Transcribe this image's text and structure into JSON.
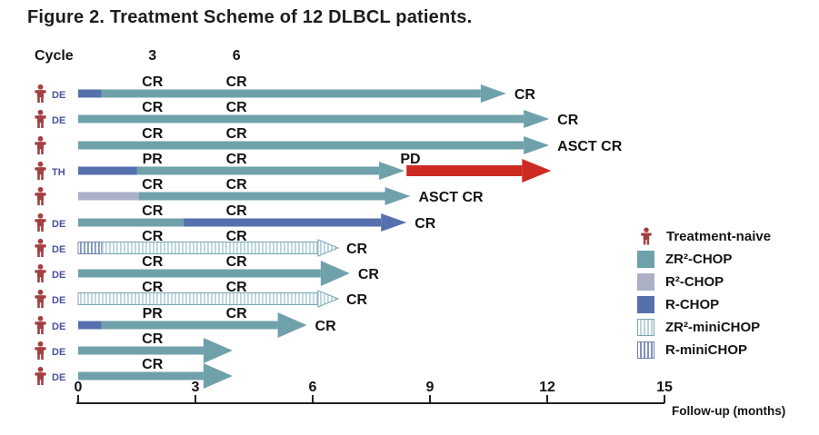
{
  "figure": {
    "title": "Figure 2. Treatment Scheme of 12 DLBCL patients."
  },
  "cycle_header": {
    "label": "Cycle",
    "ticks": [
      {
        "text": "3",
        "month": 1.9
      },
      {
        "text": "6",
        "month": 4.05
      }
    ]
  },
  "axis": {
    "label": "Follow-up (months)",
    "ticks": [
      "0",
      "3",
      "6",
      "9",
      "12",
      "15"
    ],
    "tick_months": [
      0,
      3,
      6,
      9,
      12,
      15
    ],
    "xlim": [
      0,
      15
    ]
  },
  "colors": {
    "teal": "#6fa1ab",
    "steel_blue": "#5570ad",
    "lavender": "#abb0c7",
    "red": "#cd2a24",
    "person": "#a24042",
    "patient_label": "#4a4f9d",
    "text": "#141414",
    "axis": "#222222"
  },
  "treatments": {
    "ZR2-CHOP": {
      "style": "solid",
      "color_key": "teal"
    },
    "R2-CHOP": {
      "style": "solid",
      "color_key": "lavender"
    },
    "R-CHOP": {
      "style": "solid",
      "color_key": "steel_blue"
    },
    "ZR2-miniCHOP": {
      "style": "striped-light"
    },
    "R-miniCHOP": {
      "style": "striped-dark"
    }
  },
  "chart_data": {
    "type": "swimmer",
    "x_unit": "months",
    "xlim": [
      0,
      15
    ],
    "patients": [
      {
        "label": "DE",
        "segments": [
          {
            "t": "R-CHOP",
            "from": 0,
            "to": 0.6
          },
          {
            "t": "ZR2-CHOP",
            "from": 0.6,
            "to": 10.95
          }
        ],
        "responses": [
          {
            "text": "CR",
            "month": 1.9
          },
          {
            "text": "CR",
            "month": 4.05
          }
        ],
        "end_label": "CR",
        "arrow": "medium"
      },
      {
        "label": "DE",
        "segments": [
          {
            "t": "ZR2-CHOP",
            "from": 0,
            "to": 12.05
          }
        ],
        "responses": [
          {
            "text": "CR",
            "month": 1.9
          },
          {
            "text": "CR",
            "month": 4.05
          }
        ],
        "end_label": "CR",
        "arrow": "medium"
      },
      {
        "label": "",
        "segments": [
          {
            "t": "ZR2-CHOP",
            "from": 0,
            "to": 12.05
          }
        ],
        "responses": [
          {
            "text": "CR",
            "month": 1.9
          },
          {
            "text": "CR",
            "month": 4.05
          }
        ],
        "end_label": "ASCT CR",
        "arrow": "medium"
      },
      {
        "label": "TH",
        "segments": [
          {
            "t": "R-CHOP",
            "from": 0,
            "to": 1.5
          },
          {
            "t": "ZR2-CHOP",
            "from": 1.5,
            "to": 8.35
          }
        ],
        "responses": [
          {
            "text": "PR",
            "month": 1.9
          },
          {
            "text": "CR",
            "month": 4.05
          },
          {
            "text": "PD",
            "month": 8.5
          }
        ],
        "end_label": "",
        "arrow": "medium",
        "progression": {
          "from": 8.4,
          "to": 12.1
        }
      },
      {
        "label": "",
        "segments": [
          {
            "t": "R2-CHOP",
            "from": 0,
            "to": 1.55
          },
          {
            "t": "ZR2-CHOP",
            "from": 1.55,
            "to": 8.5
          }
        ],
        "responses": [
          {
            "text": "CR",
            "month": 1.9
          },
          {
            "text": "CR",
            "month": 4.05
          }
        ],
        "end_label": "ASCT CR",
        "arrow": "medium"
      },
      {
        "label": "DE",
        "segments": [
          {
            "t": "ZR2-CHOP",
            "from": 0,
            "to": 2.7
          },
          {
            "t": "R-CHOP",
            "from": 2.7,
            "to": 8.4
          }
        ],
        "responses": [
          {
            "text": "CR",
            "month": 1.9
          },
          {
            "text": "CR",
            "month": 4.05
          }
        ],
        "end_label": "CR",
        "arrow": "medium"
      },
      {
        "label": "DE",
        "segments": [
          {
            "t": "R-miniCHOP",
            "from": 0,
            "to": 0.6
          },
          {
            "t": "ZR2-miniCHOP",
            "from": 0.6,
            "to": 6.65
          }
        ],
        "responses": [
          {
            "text": "CR",
            "month": 1.9
          },
          {
            "text": "CR",
            "month": 4.05
          }
        ],
        "end_label": "CR",
        "arrow": "striped"
      },
      {
        "label": "DE",
        "segments": [
          {
            "t": "ZR2-CHOP",
            "from": 0,
            "to": 6.95
          }
        ],
        "responses": [
          {
            "text": "CR",
            "month": 1.9
          },
          {
            "text": "CR",
            "month": 4.05
          }
        ],
        "end_label": "CR",
        "arrow": "large"
      },
      {
        "label": "DE",
        "segments": [
          {
            "t": "ZR2-miniCHOP",
            "from": 0,
            "to": 6.65
          }
        ],
        "responses": [
          {
            "text": "CR",
            "month": 1.9
          },
          {
            "text": "CR",
            "month": 4.05
          }
        ],
        "end_label": "CR",
        "arrow": "striped"
      },
      {
        "label": "DE",
        "segments": [
          {
            "t": "R-CHOP",
            "from": 0,
            "to": 0.6
          },
          {
            "t": "ZR2-CHOP",
            "from": 0.6,
            "to": 5.85
          }
        ],
        "responses": [
          {
            "text": "PR",
            "month": 1.9
          },
          {
            "text": "CR",
            "month": 4.05
          }
        ],
        "end_label": "CR",
        "arrow": "large"
      },
      {
        "label": "DE",
        "segments": [
          {
            "t": "ZR2-CHOP",
            "from": 0,
            "to": 3.95
          }
        ],
        "responses": [
          {
            "text": "CR",
            "month": 1.9
          }
        ],
        "end_label": "",
        "arrow": "large"
      },
      {
        "label": "DE",
        "segments": [
          {
            "t": "ZR2-CHOP",
            "from": 0,
            "to": 3.95
          }
        ],
        "responses": [
          {
            "text": "CR",
            "month": 1.9
          }
        ],
        "end_label": "",
        "arrow": "large"
      }
    ]
  },
  "legend": {
    "items": [
      {
        "swatch": "person",
        "label": "Treatment-naive"
      },
      {
        "swatch": "teal",
        "label": "ZR²-CHOP"
      },
      {
        "swatch": "lavender",
        "label": "R²-CHOP"
      },
      {
        "swatch": "blue",
        "label": "R-CHOP"
      },
      {
        "swatch": "striped-light",
        "label": "ZR²-miniCHOP"
      },
      {
        "swatch": "striped-dark",
        "label": "R-miniCHOP"
      }
    ]
  }
}
